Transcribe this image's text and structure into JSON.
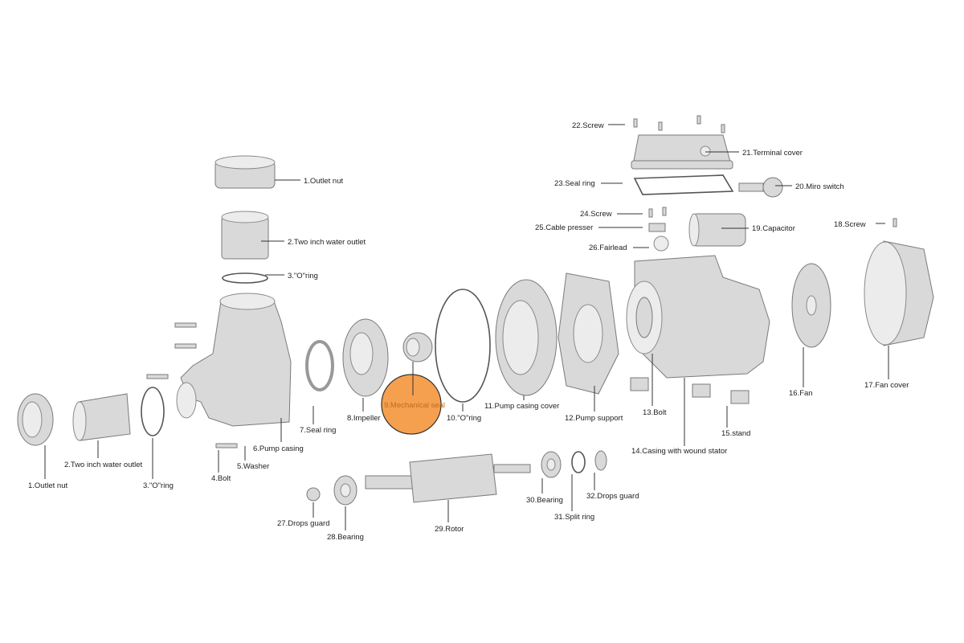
{
  "highlight_color": "#f5a04f",
  "labels": {
    "p1_top": "1.Outlet nut",
    "p2_top": "2.Two inch water outlet",
    "p3_top": "3.\"O\"ring",
    "p1": "1.Outlet nut",
    "p2": "2.Two inch water outlet",
    "p3": "3.\"O\"ring",
    "p4": "4.Bolt",
    "p5": "5.Washer",
    "p6": "6.Pump casing",
    "p7": "7.Seal ring",
    "p8": "8.Impeller",
    "p9": "9.Mechanical seal",
    "p10": "10.\"O\"ring",
    "p11": "11.Pump casing cover",
    "p12": "12.Pump support",
    "p13": "13.Bolt",
    "p14": "14.Casing with wound stator",
    "p15": "15.stand",
    "p16": "16.Fan",
    "p17": "17.Fan cover",
    "p18": "18.Screw",
    "p19": "19.Capacitor",
    "p20": "20.Miro switch",
    "p21": "21.Terminal cover",
    "p22": "22.Screw",
    "p23": "23.Seal ring",
    "p24": "24.Screw",
    "p25": "25.Cable presser",
    "p26": "26.Fairlead",
    "p27": "27.Drops guard",
    "p28": "28.Bearing",
    "p29": "29.Rotor",
    "p30": "30.Bearing",
    "p31": "31.Split ring",
    "p32": "32.Drops guard"
  }
}
